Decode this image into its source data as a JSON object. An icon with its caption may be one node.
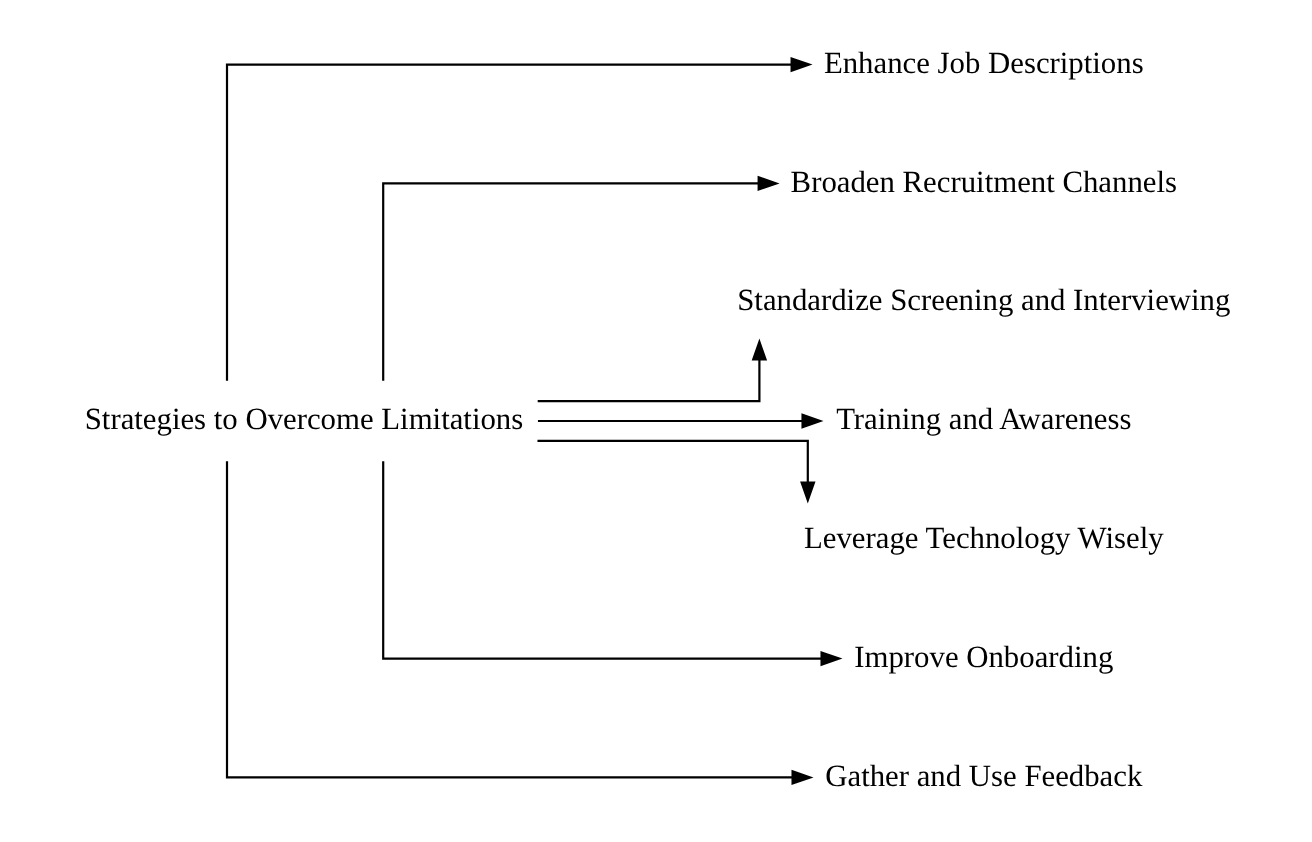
{
  "diagram": {
    "nodes": [
      {
        "text": [
          "Strategies to Overcome Limitations"
        ]
      },
      {
        "text": [
          "Enhance Job Descriptions"
        ]
      },
      {
        "text": [
          "Broaden Recruitment Channels"
        ]
      },
      {
        "text": [
          "Standardize Screening and Interviewing"
        ]
      },
      {
        "text": [
          "Training and Awareness"
        ]
      },
      {
        "text": [
          "Leverage Technology Wisely"
        ]
      },
      {
        "text": [
          "Improve Onboarding"
        ]
      },
      {
        "text": [
          "Gather and Use Feedback"
        ]
      }
    ],
    "edges": [
      {
        "from": 0,
        "to": 1,
        "arrow": "to"
      },
      {
        "from": 0,
        "to": 2,
        "arrow": "to"
      },
      {
        "from": 0,
        "to": 3,
        "arrow": "to"
      },
      {
        "from": 0,
        "to": 4,
        "arrow": "to"
      },
      {
        "from": 0,
        "to": 5,
        "arrow": "to"
      },
      {
        "from": 0,
        "to": 6,
        "arrow": "to"
      },
      {
        "from": 0,
        "to": 7,
        "arrow": "to"
      }
    ]
  }
}
